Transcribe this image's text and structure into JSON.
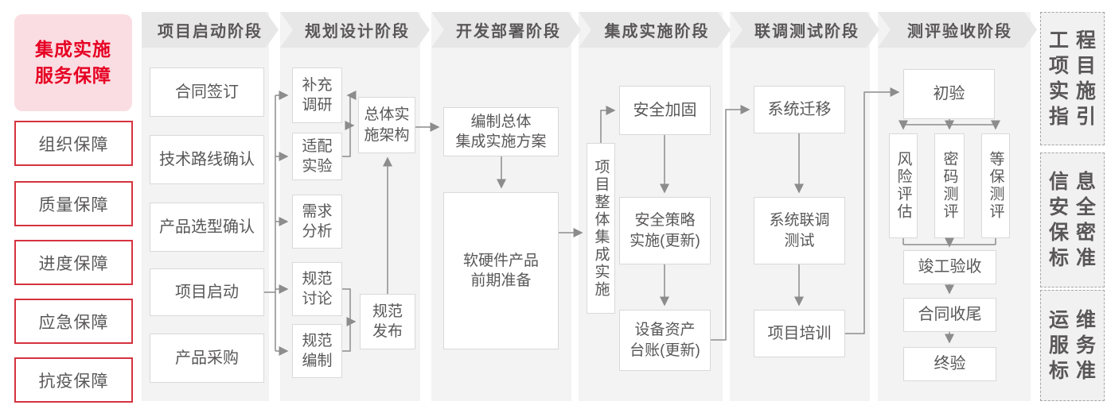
{
  "sidebar": {
    "title": "集成实施\n服务保障",
    "items": [
      {
        "label": "组织保障"
      },
      {
        "label": "质量保障"
      },
      {
        "label": "进度保障"
      },
      {
        "label": "应急保障"
      },
      {
        "label": "抗疫保障"
      }
    ]
  },
  "phases": {
    "p1": "项目启动阶段",
    "p2": "规划设计阶段",
    "p3": "开发部署阶段",
    "p4": "集成实施阶段",
    "p5": "联调测试阶段",
    "p6": "测评验收阶段"
  },
  "flow": {
    "c1": {
      "contract_sign": "合同签订",
      "tech_route_confirm": "技术路线确认",
      "product_selection_confirm": "产品选型确认",
      "project_kickoff": "项目启动",
      "product_procurement": "产品采购"
    },
    "c2": {
      "supplementary_research": "补充\n调研",
      "adaptation_test": "适配\n实验",
      "requirement_analysis": "需求\n分析",
      "spec_discussion": "规范\n讨论",
      "spec_compilation": "规范\n编制",
      "overall_architecture": "总体实\n施架构",
      "spec_release": "规范\n发布"
    },
    "c3": {
      "overall_plan": "编制总体\n集成实施方案",
      "product_preparation": "软硬件产品\n前期准备"
    },
    "c4": {
      "overall_integration": "项目整体集成实施",
      "security_hardening": "安全加固",
      "security_policy": "安全策略\n实施(更新)",
      "asset_ledger": "设备资产\n台账(更新)"
    },
    "c5": {
      "system_migration": "系统迁移",
      "joint_debug_test": "系统联调\n测试",
      "project_training": "项目培训"
    },
    "c6": {
      "initial_acceptance": "初验",
      "risk_assessment": "风险评估",
      "crypto_evaluation": "密码测评",
      "mlps_evaluation": "等保测评",
      "completion_acceptance": "竣工验收",
      "contract_closure": "合同收尾",
      "final_acceptance": "终验"
    }
  },
  "references": {
    "r1": {
      "l0": "工程",
      "l1": "项目",
      "l2": "实施",
      "l3": "指引"
    },
    "r2": {
      "l0": "信息",
      "l1": "安全",
      "l2": "保密",
      "l3": "标准"
    },
    "r3": {
      "l0": "运维",
      "l1": "服务",
      "l2": "标准"
    }
  },
  "colors": {
    "accent_red": "#e60023",
    "pink_bg": "#fadde2",
    "red_border": "#d5333f",
    "text_gray": "#595757",
    "panel_gray": "#f4f3f3",
    "banner_gray": "#e8e7e7",
    "box_border": "#d9d9d9",
    "line_gray": "#8c8c8c"
  }
}
